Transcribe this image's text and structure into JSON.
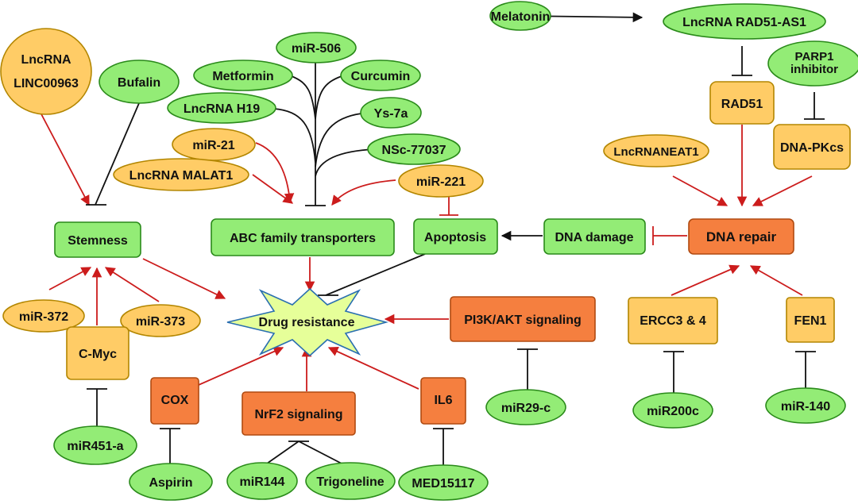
{
  "colors": {
    "green": "#93ec76",
    "orange_light": "#ffcc66",
    "orange_dark": "#f57f3f",
    "star": "#e6ff99",
    "red_arrow": "#cc1c1c",
    "black_line": "#111111"
  },
  "nodes": {
    "melatonin": "Melatonin",
    "rad51_as1": "LncRNA RAD51-AS1",
    "parp1_line1": "PARP1",
    "parp1_line2": "inhibitor",
    "rad51": "RAD51",
    "dna_pkcs": "DNA-PKcs",
    "lncrnaneat1": "LncRNANEAT1",
    "dna_repair": "DNA repair",
    "dna_damage": "DNA damage",
    "apoptosis": "Apoptosis",
    "mir221": "miR-221",
    "abc": "ABC family transporters",
    "mir506": "miR-506",
    "metformin": "Metformin",
    "curcumin": "Curcumin",
    "h19": "LncRNA H19",
    "ys7a": "Ys-7a",
    "mir21": "miR-21",
    "nsc": "NSc-77037",
    "malat1": "LncRNA MALAT1",
    "linc_line1": "LncRNA",
    "linc_line2": "LINC00963",
    "bufalin": "Bufalin",
    "stemness": "Stemness",
    "mir372": "miR-372",
    "mir373": "miR-373",
    "cmyc": "C-Myc",
    "mir451a": "miR451-a",
    "drug": "Drug resistance",
    "cox": "COX",
    "aspirin": "Aspirin",
    "nrf2": "NrF2 signaling",
    "mir144": "miR144",
    "trigoneline": "Trigoneline",
    "il6": "IL6",
    "med": "MED15117",
    "pi3k": "PI3K/AKT signaling",
    "mir29c": "miR29-c",
    "ercc": "ERCC3 & 4",
    "mir200c": "miR200c",
    "fen1": "FEN1",
    "mir140": "miR-140"
  }
}
